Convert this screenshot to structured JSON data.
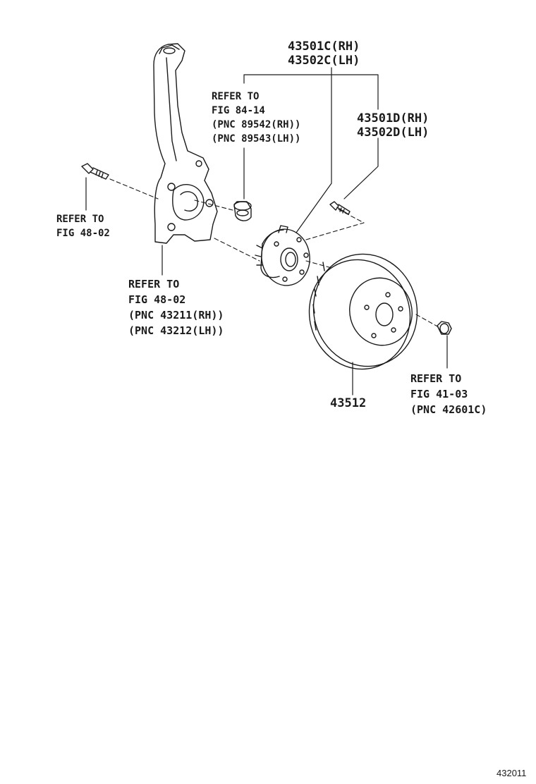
{
  "callouts": {
    "hub_rear": {
      "line1": "43501C(RH)",
      "line2": "43502C(LH)"
    },
    "hub_front": {
      "line1": "43501D(RH)",
      "line2": "43502D(LH)"
    },
    "rotor": {
      "part": "43512"
    }
  },
  "refs": {
    "sensor": {
      "line1": "REFER TO",
      "line2": "FIG 84-14",
      "line3": "(PNC 89542(RH))",
      "line4": "(PNC 89543(LH))"
    },
    "bolt": {
      "line1": "REFER TO",
      "line2": "FIG 48-02"
    },
    "knuckle": {
      "line1": "REFER TO",
      "line2": "FIG 48-02",
      "line3": "(PNC 43211(RH))",
      "line4": "(PNC 43212(LH))"
    },
    "nut": {
      "line1": "REFER TO",
      "line2": "FIG 41-03",
      "line3": "(PNC 42601C)"
    }
  },
  "figure_id": "432011",
  "colors": {
    "ink": "#1a1a1a",
    "paper": "#ffffff"
  }
}
